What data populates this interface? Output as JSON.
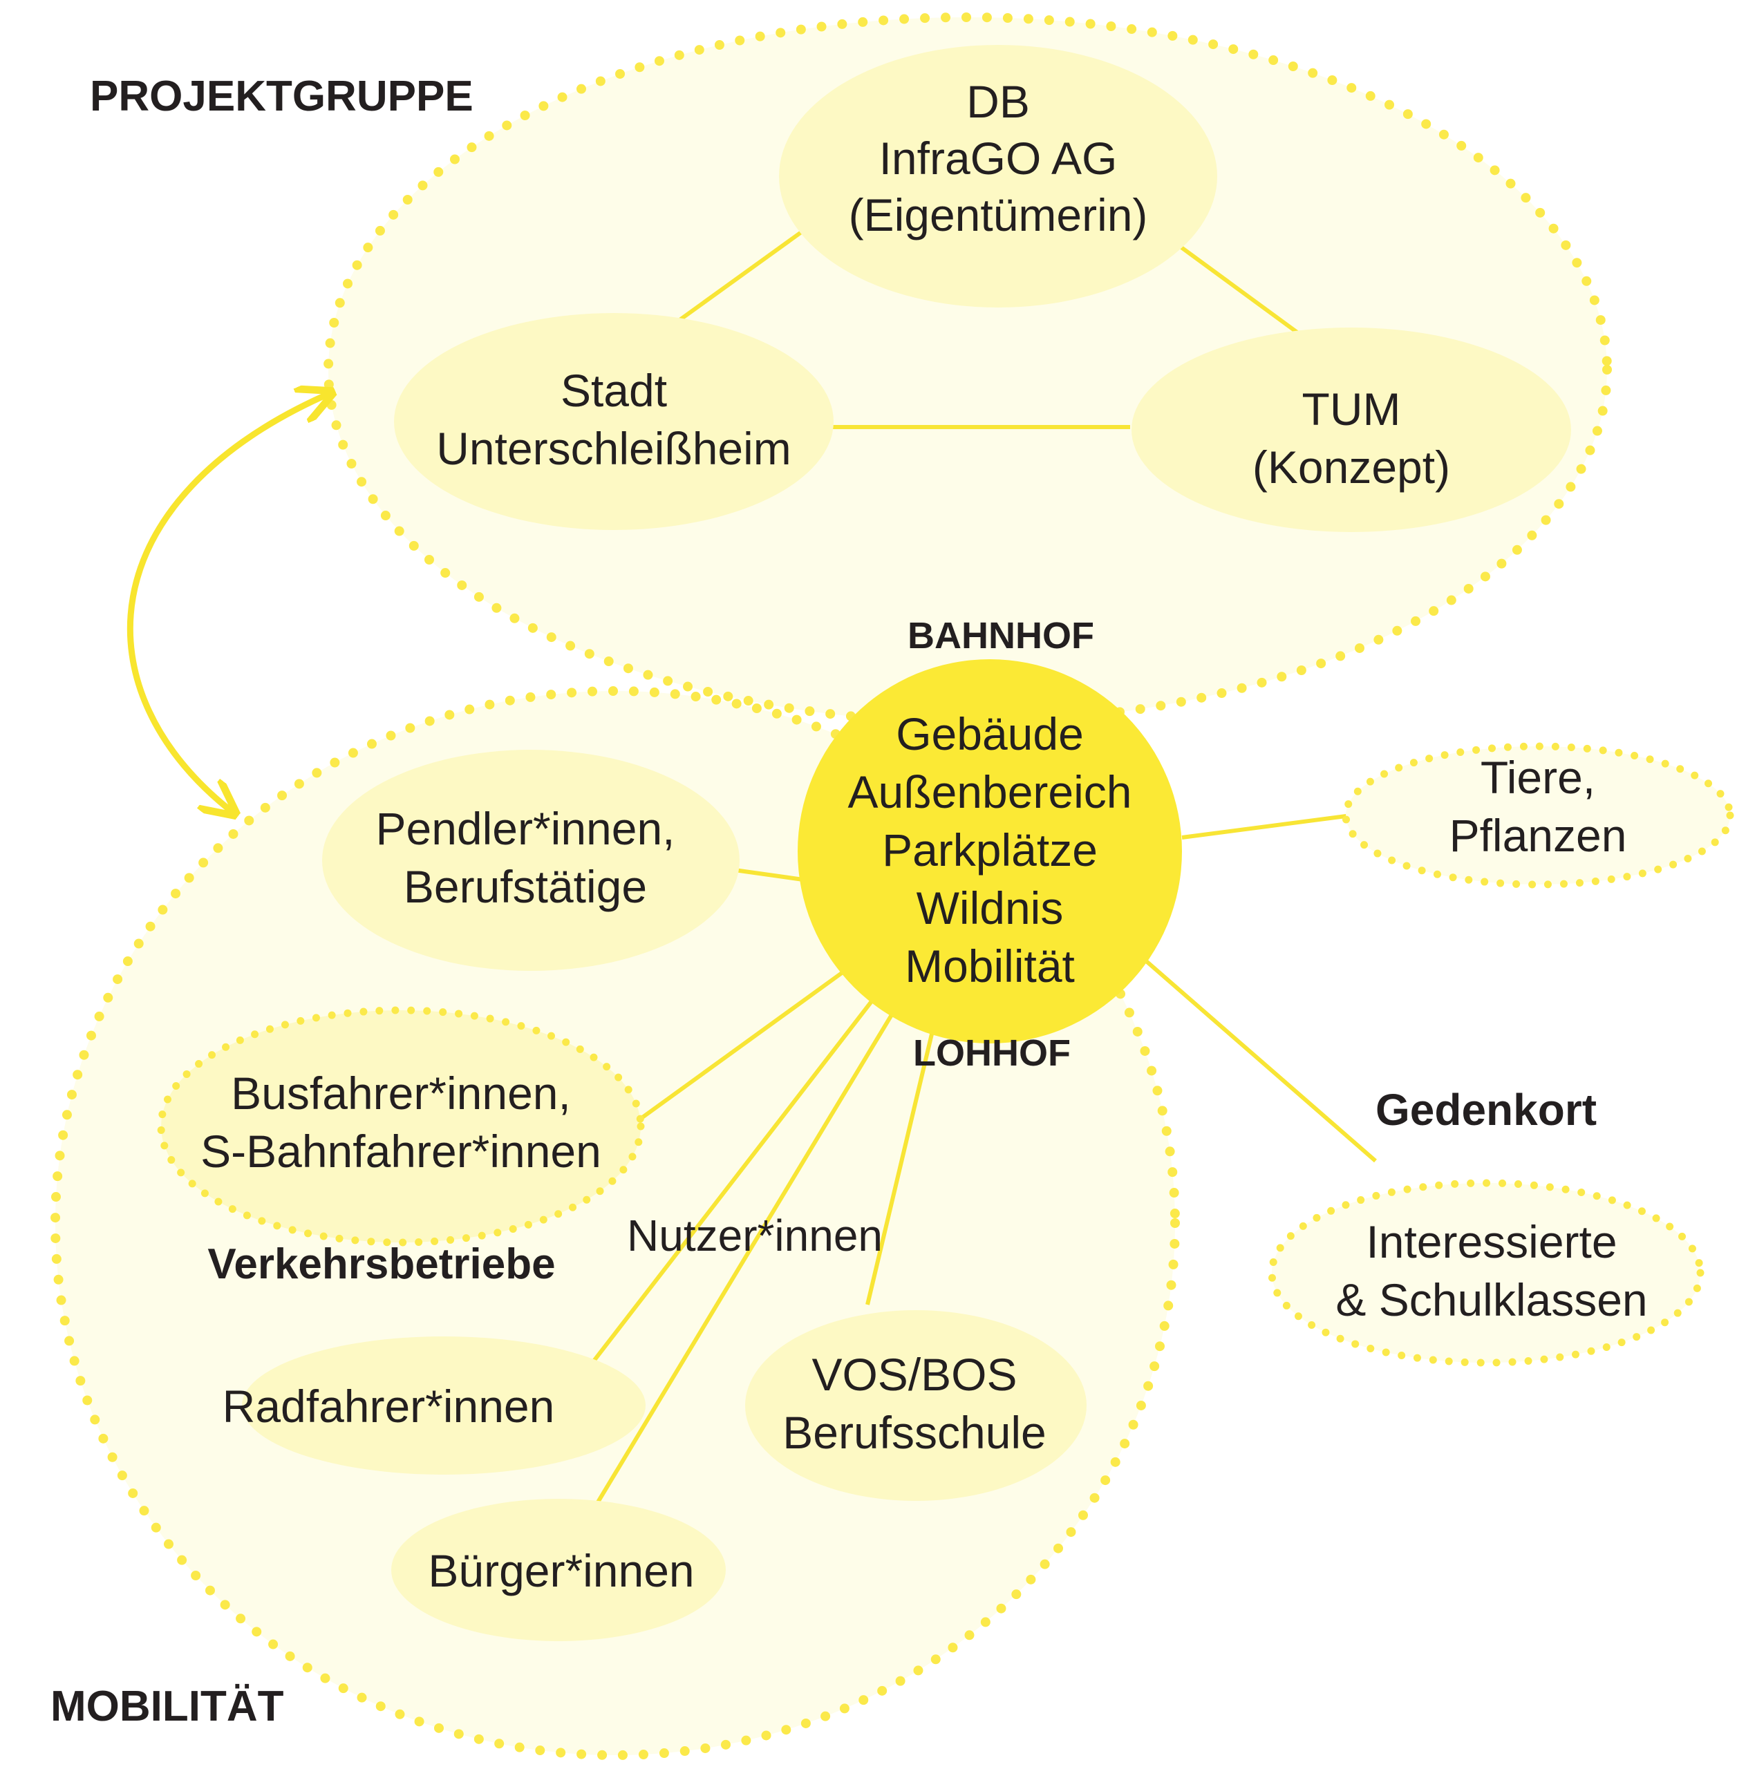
{
  "groups": {
    "projektgruppe": "PROJEKTGRUPPE",
    "mobilitaet": "MOBILITÄT"
  },
  "center": {
    "title_top": "BAHNHOF",
    "title_bottom": "LOHHOF",
    "lines": [
      "Gebäude",
      "Außenbereich",
      "Parkplätze",
      "Wildnis",
      "Mobilität"
    ]
  },
  "nodes": {
    "db": [
      "DB",
      "InfraGO AG",
      "(Eigentümerin)"
    ],
    "stadt": [
      "Stadt",
      "Unterschleißheim"
    ],
    "tum": [
      "TUM",
      "(Konzept)"
    ],
    "pendler": [
      "Pendler*innen,",
      "Berufstätige"
    ],
    "busfahrer": [
      "Busfahrer*innen,",
      "S-Bahnfahrer*innen"
    ],
    "radfahrer": [
      "Radfahrer*innen"
    ],
    "buerger": [
      "Bürger*innen"
    ],
    "vos": [
      "VOS/BOS",
      "Berufsschule"
    ],
    "tiere": [
      "Tiere,",
      "Pflanzen"
    ],
    "interessierte": [
      "Interessierte",
      "& Schulklassen"
    ]
  },
  "labels": {
    "verkehrsbetriebe": "Verkehrsbetriebe",
    "nutzer": "Nutzer*innen",
    "gedenkort": "Gedenkort"
  },
  "colors": {
    "light_fill": "#fdf9c4",
    "dotted_fill": "#fefde9",
    "dotted_stroke": "#fbe94a",
    "center_fill": "#fbe935",
    "line": "#f8e535",
    "arrow": "#f8e52e"
  }
}
